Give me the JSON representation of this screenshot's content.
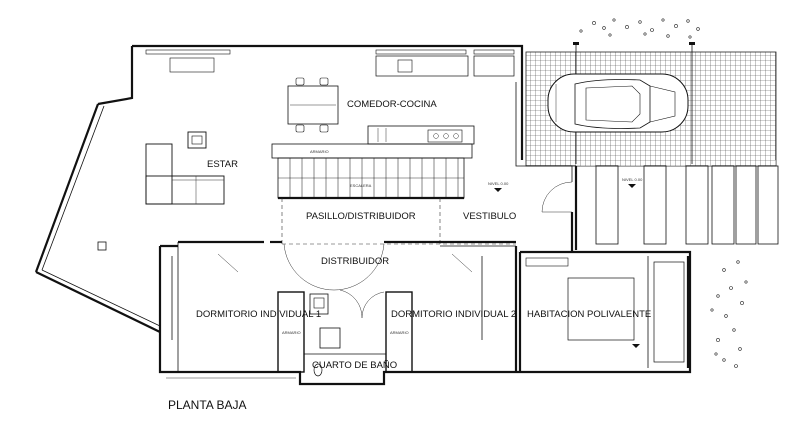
{
  "plan": {
    "title": "PLANTA BAJA",
    "rooms": [
      {
        "label": "COMEDOR-COCINA"
      },
      {
        "label": "ESTAR"
      },
      {
        "label": "PASILLO/DISTRIBUIDOR"
      },
      {
        "label": "VESTIBULO"
      },
      {
        "label": "DISTRIBUIDOR"
      },
      {
        "label": "DORMITORIO INDIVIDUAL 1"
      },
      {
        "label": "DORMITORIO INDIVIDUAL 2"
      },
      {
        "label": "HABITACION POLIVALENTE"
      },
      {
        "label": "CUARTO DE BAÑO"
      }
    ],
    "small_labels": {
      "cabinet": "ARMARIO",
      "stairs": "ESCALERA",
      "level_hall": "NIVEL 0.00",
      "level_garage": "NIVEL 0.00"
    }
  }
}
